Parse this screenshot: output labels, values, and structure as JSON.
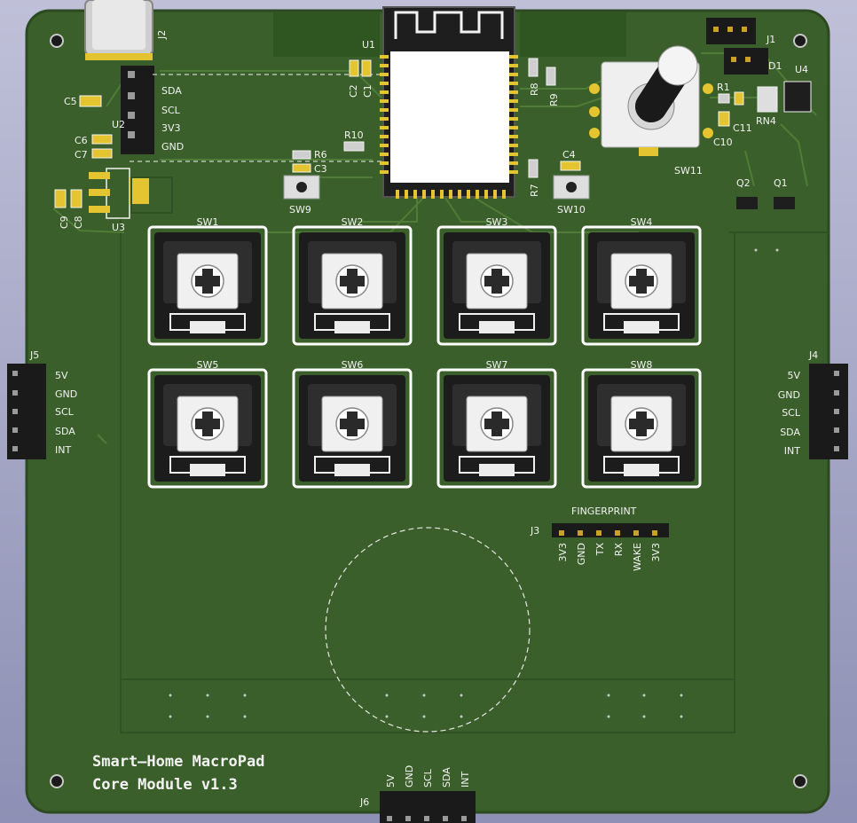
{
  "board": {
    "title_line1": "Smart–Home MacroPad",
    "title_line2": "Core Module v1.3",
    "colors": {
      "board": "#3b5f2a",
      "copper": "#45712f",
      "silk": "#f2f2f2",
      "pad": "#e5c431",
      "mask_dark": "#1e1e1e"
    }
  },
  "refs": {
    "u1": "U1",
    "u2": "U2",
    "u3": "U3",
    "u4": "U4",
    "j1": "J1",
    "j2": "J2",
    "j3": "J3",
    "j4": "J4",
    "j5": "J5",
    "j6": "J6",
    "r1": "R1",
    "r6": "R6",
    "r7": "R7",
    "r8": "R8",
    "r9": "R9",
    "r10": "R10",
    "rn4": "RN4",
    "c1": "C1",
    "c2": "C2",
    "c3": "C3",
    "c4": "C4",
    "c5": "C5",
    "c6": "C6",
    "c7": "C7",
    "c8": "C8",
    "c9": "C9",
    "c10": "C10",
    "c11": "C11",
    "d1": "D1",
    "q1": "Q1",
    "q2": "Q2",
    "sw9": "SW9",
    "sw10": "SW10",
    "sw11": "SW11"
  },
  "switches": [
    "SW1",
    "SW2",
    "SW3",
    "SW4",
    "SW5",
    "SW6",
    "SW7",
    "SW8"
  ],
  "connector_u2_pins": [
    "SDA",
    "SCL",
    "3V3",
    "GND"
  ],
  "connector_j5_pins": [
    "5V",
    "GND",
    "SCL",
    "SDA",
    "INT"
  ],
  "connector_j4_pins": [
    "5V",
    "GND",
    "SCL",
    "SDA",
    "INT"
  ],
  "connector_j6_pins": [
    "5V",
    "GND",
    "SCL",
    "SDA",
    "INT"
  ],
  "fingerprint": {
    "title": "FINGERPRINT",
    "pins": [
      "3V3",
      "GND",
      "TX",
      "RX",
      "WAKE",
      "3V3"
    ]
  }
}
